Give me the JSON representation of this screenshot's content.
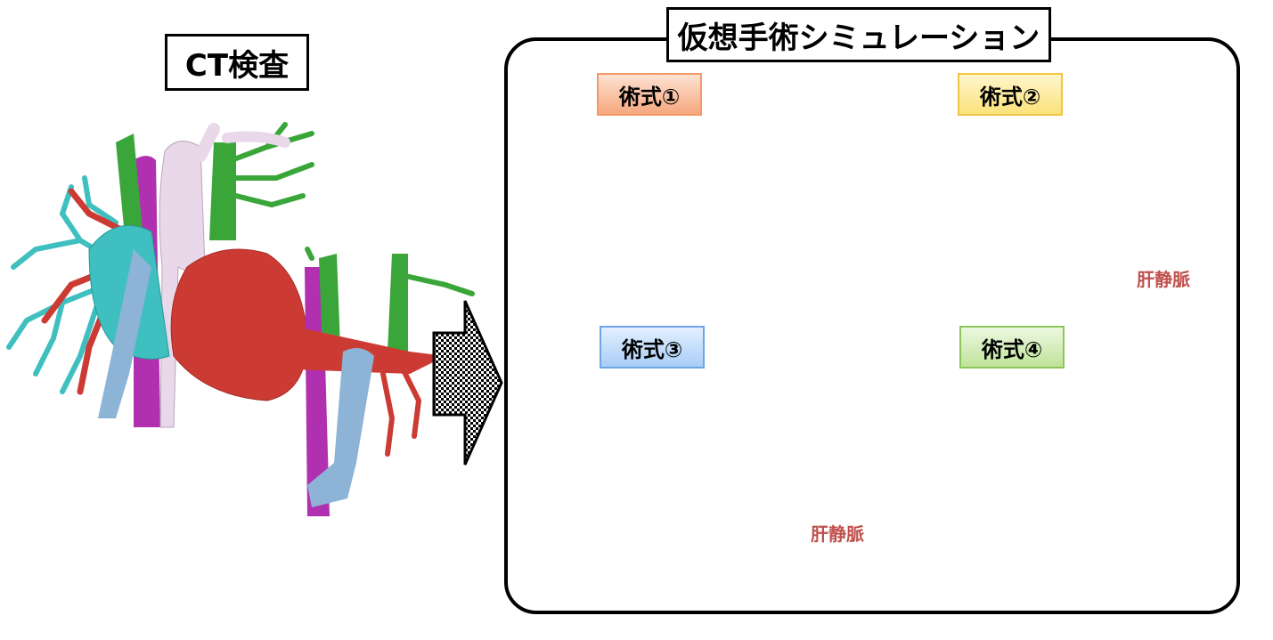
{
  "ct_label": "CT検査",
  "sim_label": "仮想手術シミュレーション",
  "procedures": [
    {
      "label": "術式①"
    },
    {
      "label": "術式②"
    },
    {
      "label": "術式③"
    },
    {
      "label": "術式④"
    }
  ],
  "hepatic_vein_label_2": "肝静脈",
  "hepatic_vein_label_3": "肝静脈",
  "colors": {
    "red": "#cc3b33",
    "cyan": "#3fbfbf",
    "green": "#3aa63a",
    "magenta": "#b030b0",
    "lavender": "#e9d7ea",
    "lightblue": "#8db3d6",
    "blue": "#1c23b0",
    "purple": "#6a1fb0",
    "gray": "#9a9a9a"
  }
}
